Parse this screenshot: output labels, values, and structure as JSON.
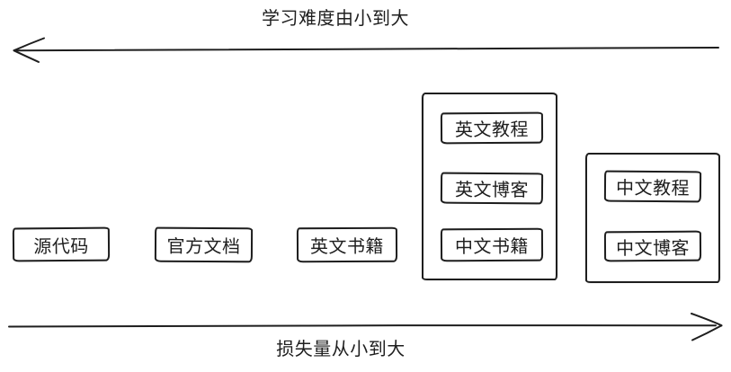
{
  "diagram": {
    "top_arrow": {
      "label": "学习难度由小到大",
      "direction": "left"
    },
    "bottom_arrow": {
      "label": "损失量从小到大",
      "direction": "right"
    },
    "standalone_boxes": [
      {
        "label": "源代码"
      },
      {
        "label": "官方文档"
      },
      {
        "label": "英文书籍"
      }
    ],
    "groups": [
      {
        "items": [
          "英文教程",
          "英文博客",
          "中文书籍"
        ]
      },
      {
        "items": [
          "中文教程",
          "中文博客"
        ]
      }
    ],
    "colors": {
      "stroke": "#1e1e1e",
      "text": "#1e1e1e",
      "background": "#ffffff"
    }
  }
}
